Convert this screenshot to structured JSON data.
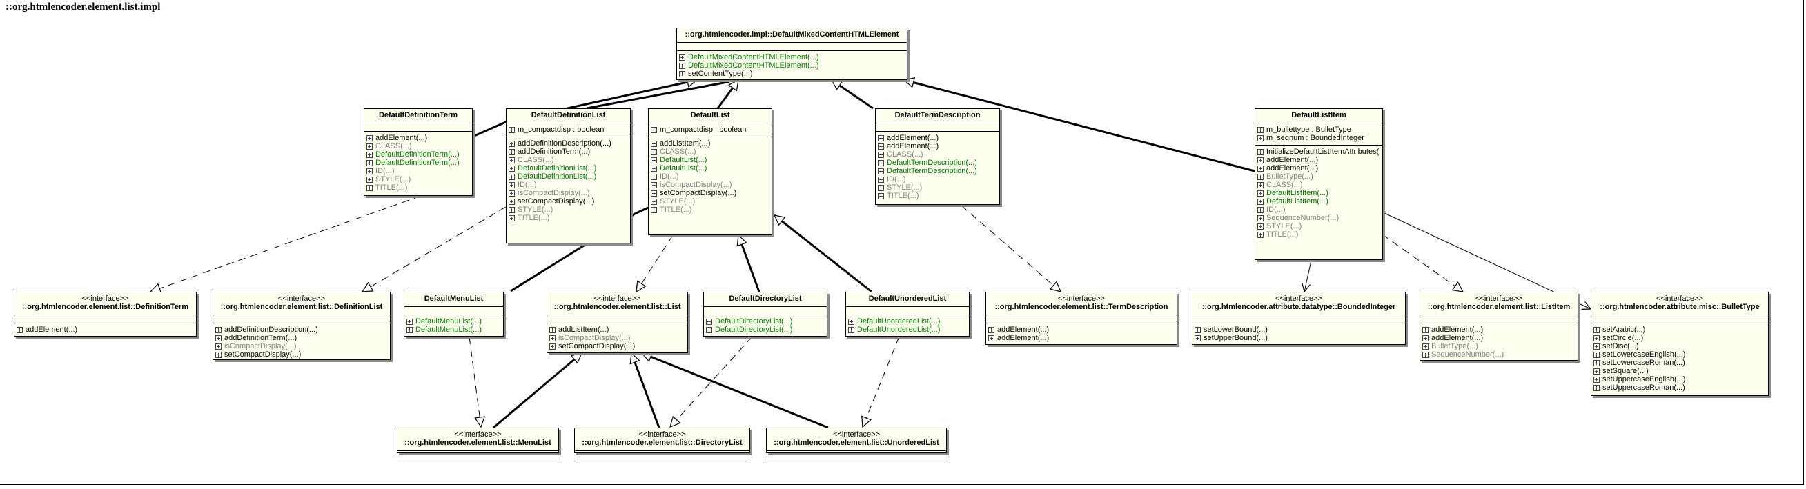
{
  "title": "::org.htmlencoder.element.list.impl",
  "colors": {
    "box_fill": "#fffff0",
    "border": "#000000",
    "shadow": "#8a8a8a",
    "constructor": "#007a00",
    "inherited": "#808080",
    "normal": "#000000"
  },
  "classes": [
    {
      "id": "DefaultMixedContentHTMLElement",
      "name": "::org.htmlencoder.impl::DefaultMixedContentHTMLElement",
      "attrs": [],
      "ops": [
        {
          "t": "DefaultMixedContentHTMLElement(...)",
          "k": "c"
        },
        {
          "t": "DefaultMixedContentHTMLElement(...)",
          "k": "c"
        },
        {
          "t": "setContentType(...)",
          "k": "n"
        }
      ]
    },
    {
      "id": "DefaultDefinitionTerm",
      "name": "DefaultDefinitionTerm",
      "attrs": [],
      "ops": [
        {
          "t": "addElement(...)",
          "k": "n"
        },
        {
          "t": "CLASS(...)",
          "k": "g"
        },
        {
          "t": "DefaultDefinitionTerm(...)",
          "k": "c"
        },
        {
          "t": "DefaultDefinitionTerm(...)",
          "k": "c"
        },
        {
          "t": "ID(...)",
          "k": "g"
        },
        {
          "t": "STYLE(...)",
          "k": "g"
        },
        {
          "t": "TITLE(...)",
          "k": "g"
        }
      ]
    },
    {
      "id": "DefaultDefinitionList",
      "name": "DefaultDefinitionList",
      "attrs": [
        {
          "t": "m_compactdisp : boolean",
          "k": "n"
        }
      ],
      "ops": [
        {
          "t": "addDefinitionDescription(...)",
          "k": "n"
        },
        {
          "t": "addDefinitionTerm(...)",
          "k": "n"
        },
        {
          "t": "CLASS(...)",
          "k": "g"
        },
        {
          "t": "DefaultDefinitionList(...)",
          "k": "c"
        },
        {
          "t": "DefaultDefinitionList(...)",
          "k": "c"
        },
        {
          "t": "ID(...)",
          "k": "g"
        },
        {
          "t": "isCompactDisplay(...)",
          "k": "g"
        },
        {
          "t": "setCompactDisplay(...)",
          "k": "n"
        },
        {
          "t": "STYLE(...)",
          "k": "g"
        },
        {
          "t": "TITLE(...)",
          "k": "g"
        }
      ]
    },
    {
      "id": "DefaultList",
      "name": "DefaultList",
      "attrs": [
        {
          "t": "m_compactdisp : boolean",
          "k": "n"
        }
      ],
      "ops": [
        {
          "t": "addListItem(...)",
          "k": "n"
        },
        {
          "t": "CLASS(...)",
          "k": "g"
        },
        {
          "t": "DefaultList(...)",
          "k": "c"
        },
        {
          "t": "DefaultList(...)",
          "k": "c"
        },
        {
          "t": "ID(...)",
          "k": "g"
        },
        {
          "t": "isCompactDisplay(...)",
          "k": "g"
        },
        {
          "t": "setCompactDisplay(...)",
          "k": "n"
        },
        {
          "t": "STYLE(...)",
          "k": "g"
        },
        {
          "t": "TITLE(...)",
          "k": "g"
        }
      ]
    },
    {
      "id": "DefaultTermDescription",
      "name": "DefaultTermDescription",
      "attrs": [],
      "ops": [
        {
          "t": "addElement(...)",
          "k": "n"
        },
        {
          "t": "addElement(...)",
          "k": "n"
        },
        {
          "t": "CLASS(...)",
          "k": "g"
        },
        {
          "t": "DefaultTermDescription(...)",
          "k": "c"
        },
        {
          "t": "DefaultTermDescription(...)",
          "k": "c"
        },
        {
          "t": "ID(...)",
          "k": "g"
        },
        {
          "t": "STYLE(...)",
          "k": "g"
        },
        {
          "t": "TITLE(...)",
          "k": "g"
        }
      ]
    },
    {
      "id": "DefaultListItem",
      "name": "DefaultListItem",
      "attrs": [
        {
          "t": "m_bullettype : BulletType",
          "k": "n"
        },
        {
          "t": "m_seqnum : BoundedInteger",
          "k": "n"
        }
      ],
      "ops": [
        {
          "t": "InitializeDefaultListItemAttributes(...)",
          "k": "n"
        },
        {
          "t": "addElement(...)",
          "k": "n"
        },
        {
          "t": "addElement(...)",
          "k": "n"
        },
        {
          "t": "BulletType(...)",
          "k": "g"
        },
        {
          "t": "CLASS(...)",
          "k": "g"
        },
        {
          "t": "DefaultListItem(...)",
          "k": "c"
        },
        {
          "t": "DefaultListItem(...)",
          "k": "c"
        },
        {
          "t": "ID(...)",
          "k": "g"
        },
        {
          "t": "SequenceNumber(...)",
          "k": "g"
        },
        {
          "t": "STYLE(...)",
          "k": "g"
        },
        {
          "t": "TITLE(...)",
          "k": "g"
        }
      ]
    },
    {
      "id": "IDefinitionTerm",
      "stereotype": "<<interface>>",
      "name": "::org.htmlencoder.element.list::DefinitionTerm",
      "attrs": [],
      "ops": [
        {
          "t": "addElement(...)",
          "k": "n"
        }
      ]
    },
    {
      "id": "IDefinitionList",
      "stereotype": "<<interface>>",
      "name": "::org.htmlencoder.element.list::DefinitionList",
      "attrs": [],
      "ops": [
        {
          "t": "addDefinitionDescription(...)",
          "k": "n"
        },
        {
          "t": "addDefinitionTerm(...)",
          "k": "n"
        },
        {
          "t": "isCompactDisplay(...)",
          "k": "g"
        },
        {
          "t": "setCompactDisplay(...)",
          "k": "n"
        }
      ]
    },
    {
      "id": "DefaultMenuList",
      "name": "DefaultMenuList",
      "attrs": [],
      "ops": [
        {
          "t": "DefaultMenuList(...)",
          "k": "c"
        },
        {
          "t": "DefaultMenuList(...)",
          "k": "c"
        }
      ]
    },
    {
      "id": "IList",
      "stereotype": "<<interface>>",
      "name": "::org.htmlencoder.element.list::List",
      "attrs": [],
      "ops": [
        {
          "t": "addListItem(...)",
          "k": "n"
        },
        {
          "t": "isCompactDisplay(...)",
          "k": "g"
        },
        {
          "t": "setCompactDisplay(...)",
          "k": "n"
        }
      ]
    },
    {
      "id": "DefaultDirectoryList",
      "name": "DefaultDirectoryList",
      "attrs": [],
      "ops": [
        {
          "t": "DefaultDirectoryList(...)",
          "k": "c"
        },
        {
          "t": "DefaultDirectoryList(...)",
          "k": "c"
        }
      ]
    },
    {
      "id": "DefaultUnorderedList",
      "name": "DefaultUnorderedList",
      "attrs": [],
      "ops": [
        {
          "t": "DefaultUnorderedList(...)",
          "k": "c"
        },
        {
          "t": "DefaultUnorderedList(...)",
          "k": "c"
        }
      ]
    },
    {
      "id": "ITermDescription",
      "stereotype": "<<interface>>",
      "name": "::org.htmlencoder.element.list::TermDescription",
      "attrs": [],
      "ops": [
        {
          "t": "addElement(...)",
          "k": "n"
        },
        {
          "t": "addElement(...)",
          "k": "n"
        }
      ]
    },
    {
      "id": "IBoundedInteger",
      "stereotype": "<<interface>>",
      "name": "::org.htmlencoder.attribute.datatype::BoundedInteger",
      "attrs": [],
      "ops": [
        {
          "t": "setLowerBound(...)",
          "k": "n"
        },
        {
          "t": "setUpperBound(...)",
          "k": "n"
        }
      ]
    },
    {
      "id": "IListItem",
      "stereotype": "<<interface>>",
      "name": "::org.htmlencoder.element.list::ListItem",
      "attrs": [],
      "ops": [
        {
          "t": "addElement(...)",
          "k": "n"
        },
        {
          "t": "addElement(...)",
          "k": "n"
        },
        {
          "t": "BulletType(...)",
          "k": "g"
        },
        {
          "t": "SequenceNumber(...)",
          "k": "g"
        }
      ]
    },
    {
      "id": "IBulletType",
      "stereotype": "<<interface>>",
      "name": "::org.htmlencoder.attribute.misc::BulletType",
      "attrs": [],
      "ops": [
        {
          "t": "setArabic(...)",
          "k": "n"
        },
        {
          "t": "setCircle(...)",
          "k": "n"
        },
        {
          "t": "setDisc(...)",
          "k": "n"
        },
        {
          "t": "setLowercaseEnglish(...)",
          "k": "n"
        },
        {
          "t": "setLowercaseRoman(...)",
          "k": "n"
        },
        {
          "t": "setSquare(...)",
          "k": "n"
        },
        {
          "t": "setUppercaseEnglish(...)",
          "k": "n"
        },
        {
          "t": "setUppercaseRoman(...)",
          "k": "n"
        }
      ]
    },
    {
      "id": "IMenuList",
      "stereotype": "<<interface>>",
      "name": "::org.htmlencoder.element.list::MenuList",
      "attrs": [],
      "ops": []
    },
    {
      "id": "IDirectoryList",
      "stereotype": "<<interface>>",
      "name": "::org.htmlencoder.element.list::DirectoryList",
      "attrs": [],
      "ops": []
    },
    {
      "id": "IUnorderedList",
      "stereotype": "<<interface>>",
      "name": "::org.htmlencoder.element.list::UnorderedList",
      "attrs": [],
      "ops": []
    }
  ],
  "relations": [
    {
      "from": "DefaultDefinitionTerm",
      "to": "DefaultMixedContentHTMLElement",
      "kind": "generalization"
    },
    {
      "from": "DefaultDefinitionList",
      "to": "DefaultMixedContentHTMLElement",
      "kind": "generalization"
    },
    {
      "from": "DefaultList",
      "to": "DefaultMixedContentHTMLElement",
      "kind": "generalization"
    },
    {
      "from": "DefaultTermDescription",
      "to": "DefaultMixedContentHTMLElement",
      "kind": "generalization"
    },
    {
      "from": "DefaultListItem",
      "to": "DefaultMixedContentHTMLElement",
      "kind": "generalization"
    },
    {
      "from": "DefaultMenuList",
      "to": "DefaultList",
      "kind": "generalization"
    },
    {
      "from": "DefaultDirectoryList",
      "to": "DefaultList",
      "kind": "generalization"
    },
    {
      "from": "DefaultUnorderedList",
      "to": "DefaultList",
      "kind": "generalization"
    },
    {
      "from": "DefaultDefinitionTerm",
      "to": "IDefinitionTerm",
      "kind": "realization"
    },
    {
      "from": "DefaultDefinitionList",
      "to": "IDefinitionList",
      "kind": "realization"
    },
    {
      "from": "DefaultList",
      "to": "IList",
      "kind": "realization"
    },
    {
      "from": "DefaultTermDescription",
      "to": "ITermDescription",
      "kind": "realization"
    },
    {
      "from": "DefaultListItem",
      "to": "IBoundedInteger",
      "kind": "association"
    },
    {
      "from": "DefaultListItem",
      "to": "IListItem",
      "kind": "realization"
    },
    {
      "from": "DefaultListItem",
      "to": "IBulletType",
      "kind": "association"
    },
    {
      "from": "DefaultMenuList",
      "to": "IMenuList",
      "kind": "realization"
    },
    {
      "from": "DefaultDirectoryList",
      "to": "IDirectoryList",
      "kind": "realization"
    },
    {
      "from": "DefaultUnorderedList",
      "to": "IUnorderedList",
      "kind": "realization"
    },
    {
      "from": "IMenuList",
      "to": "IList",
      "kind": "generalization"
    },
    {
      "from": "IDirectoryList",
      "to": "IList",
      "kind": "generalization"
    },
    {
      "from": "IUnorderedList",
      "to": "IList",
      "kind": "generalization"
    }
  ]
}
